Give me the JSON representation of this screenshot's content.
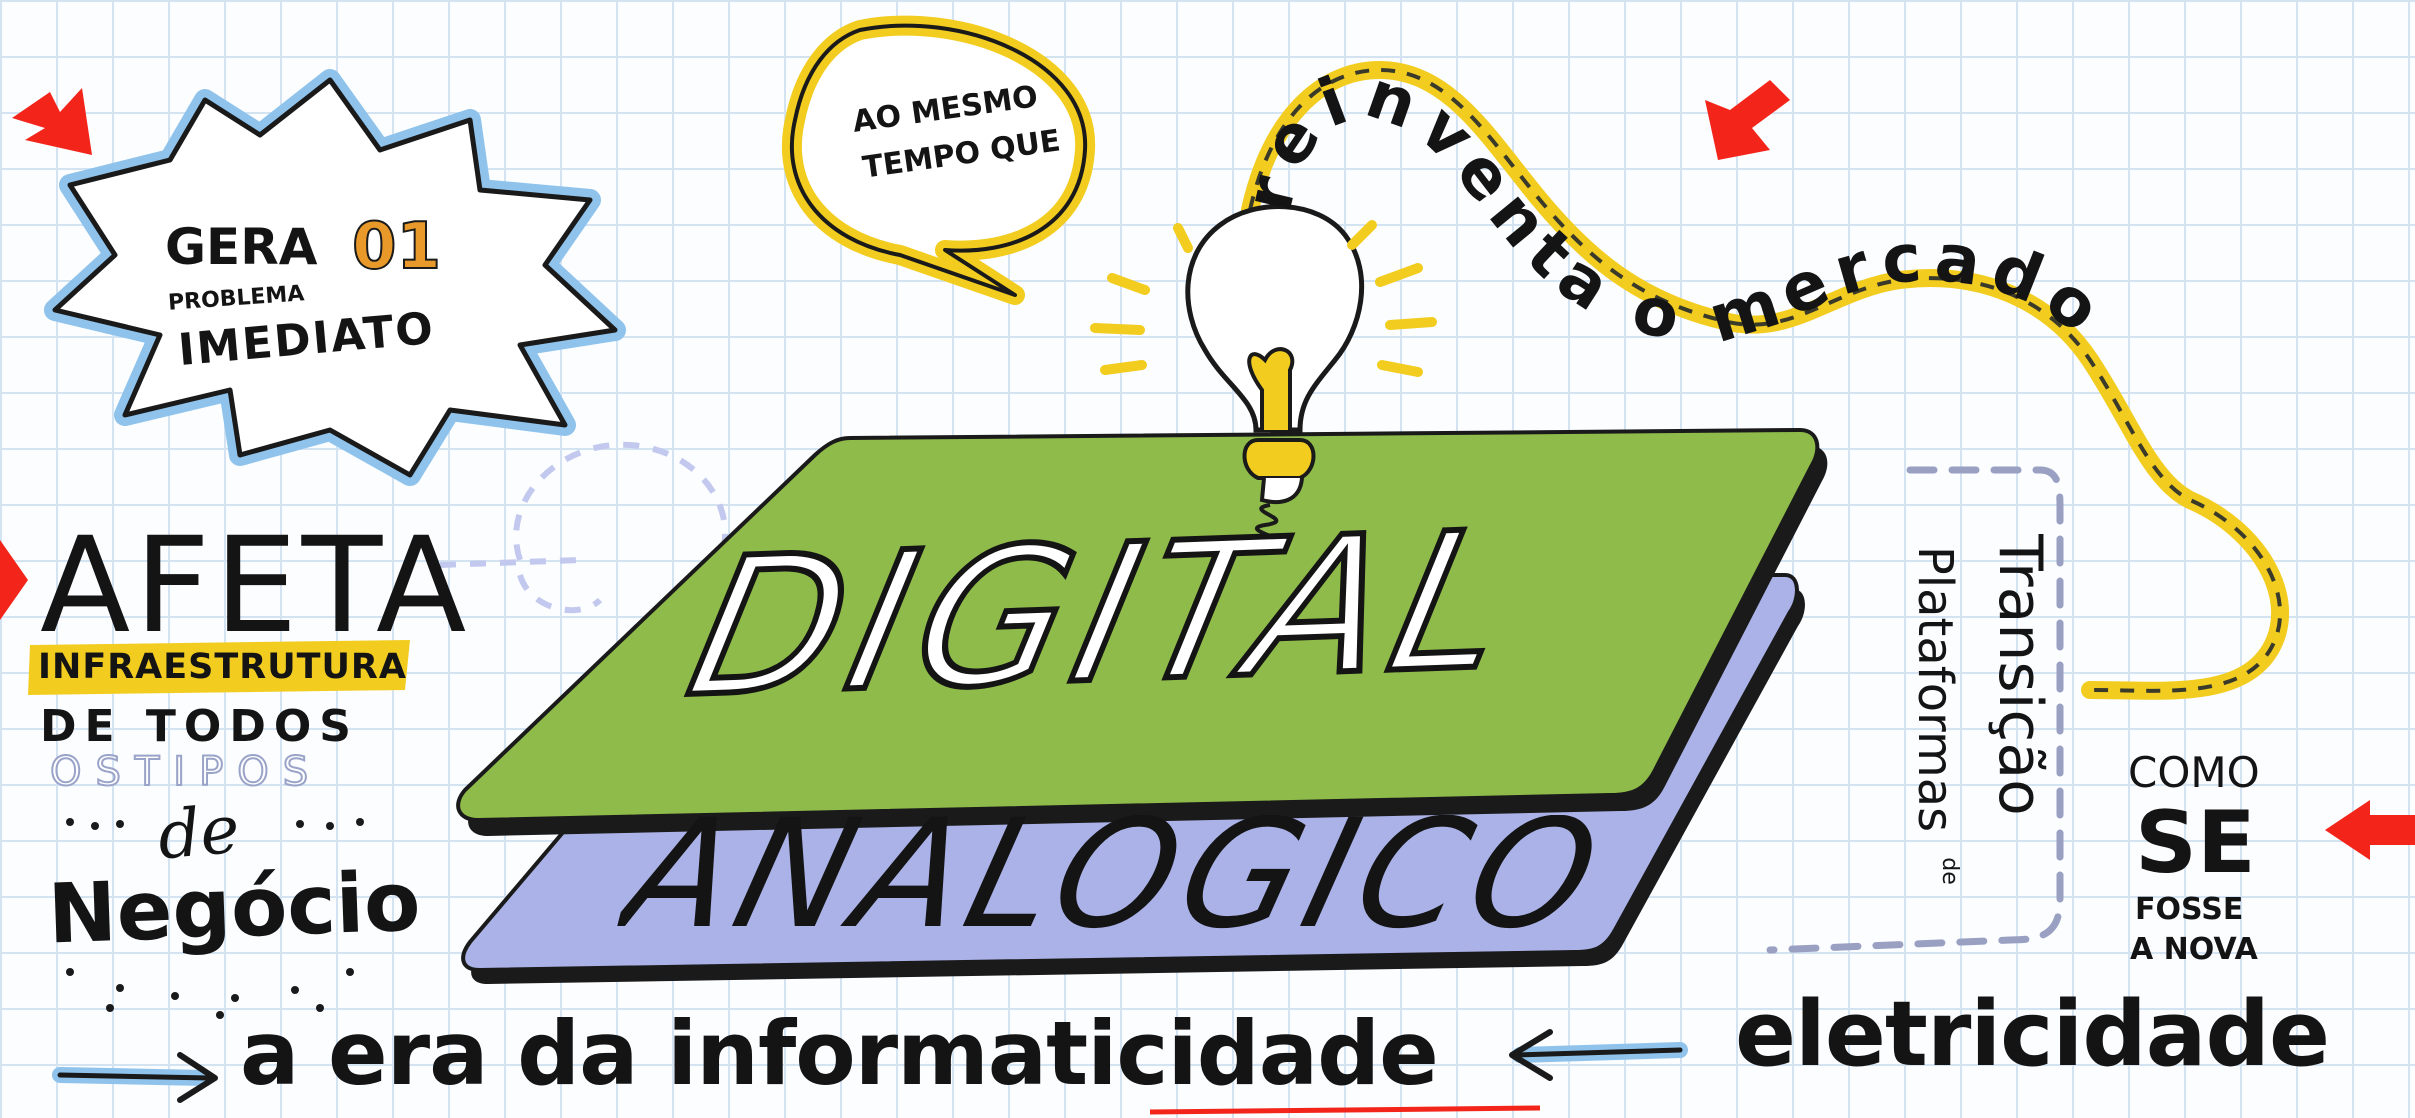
{
  "starburst": {
    "line1": "GERA",
    "number": "01",
    "line2": "PROBLEMA",
    "line3": "IMEDIATO"
  },
  "bubble": {
    "line1": "AO MESMO",
    "line2": "TEMPO QUE"
  },
  "wave_text": "reinventa o mercado",
  "left": {
    "afeta": "AFETA",
    "infra": "INFRAESTRUTURA",
    "de_todos": "DE TODOS",
    "os_tipos": "OSTIPOS",
    "de": "de",
    "negocio": "Negócio"
  },
  "layers": {
    "top": "DIGITAL",
    "bottom": "ANALÓGICO"
  },
  "transition": {
    "line1": "Transição",
    "de": "de",
    "line2": "Plataformas"
  },
  "right": {
    "como": "COMO",
    "se": "SE",
    "fosse": "FOSSE",
    "a_nova": "A NOVA"
  },
  "bottom": {
    "era": "a era da informaticidade",
    "eletricidade": "eletricidade"
  },
  "colors": {
    "green": "#8fbb4b",
    "lavender": "#aab2e8",
    "yellow": "#f2cd20",
    "sky": "#8fc3ec",
    "orange": "#e8992a",
    "red_arrow": "#f3241a"
  }
}
